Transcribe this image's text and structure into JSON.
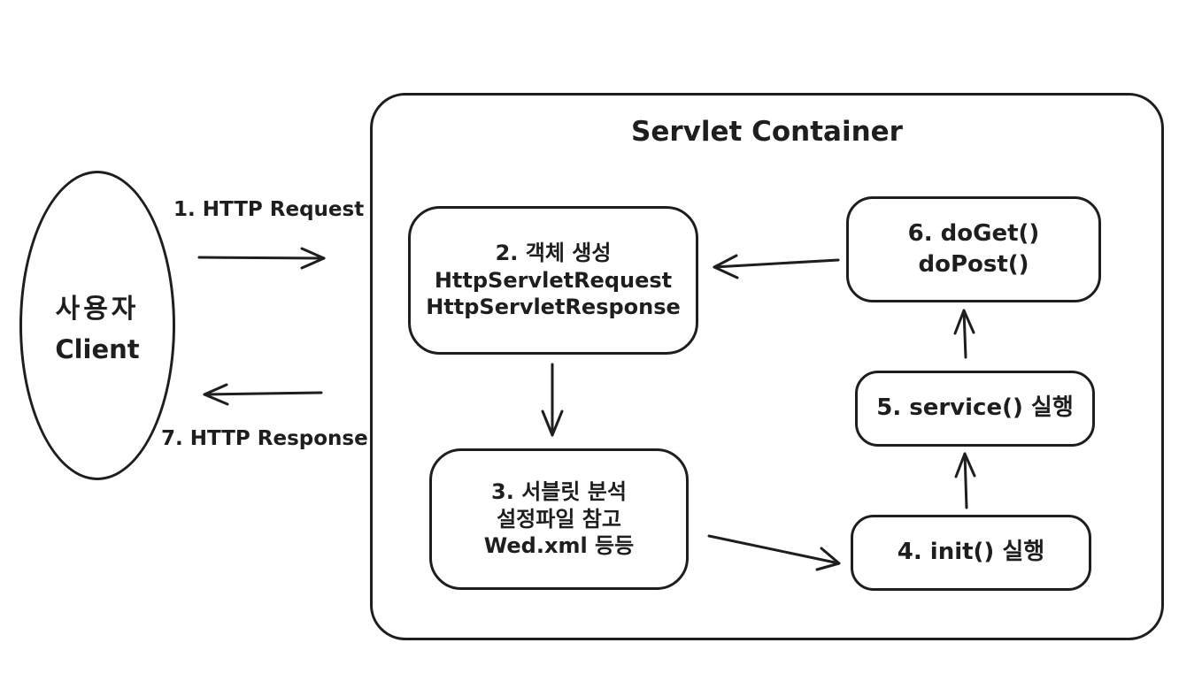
{
  "diagram": {
    "title": "Servlet Container",
    "client": {
      "line1": "사용자",
      "line2": "Client"
    },
    "labels": {
      "request": "1. HTTP Request",
      "response": "7. HTTP Response"
    },
    "boxes": {
      "box2": {
        "lines": [
          "2. 객체 생성",
          "HttpServletRequest",
          "HttpServletResponse"
        ]
      },
      "box3": {
        "lines": [
          "3. 서블릿 분석",
          "설정파일 참고",
          "Wed.xml 등등"
        ]
      },
      "box4": {
        "label": "4. init() 실행"
      },
      "box5": {
        "label": "5. service() 실행"
      },
      "box6": {
        "lines": [
          "6. doGet()",
          "doPost()"
        ]
      }
    },
    "arrows": [
      {
        "name": "http-request-arrow",
        "direction": "right"
      },
      {
        "name": "http-response-arrow",
        "direction": "left"
      },
      {
        "name": "arrow-box2-to-box3",
        "direction": "down"
      },
      {
        "name": "arrow-box3-to-box4",
        "direction": "right-down"
      },
      {
        "name": "arrow-box4-to-box5",
        "direction": "up"
      },
      {
        "name": "arrow-box5-to-box6",
        "direction": "up"
      },
      {
        "name": "arrow-box6-to-box2",
        "direction": "left"
      }
    ],
    "colors": {
      "stroke": "#1e1e1e",
      "background": "#ffffff"
    }
  }
}
